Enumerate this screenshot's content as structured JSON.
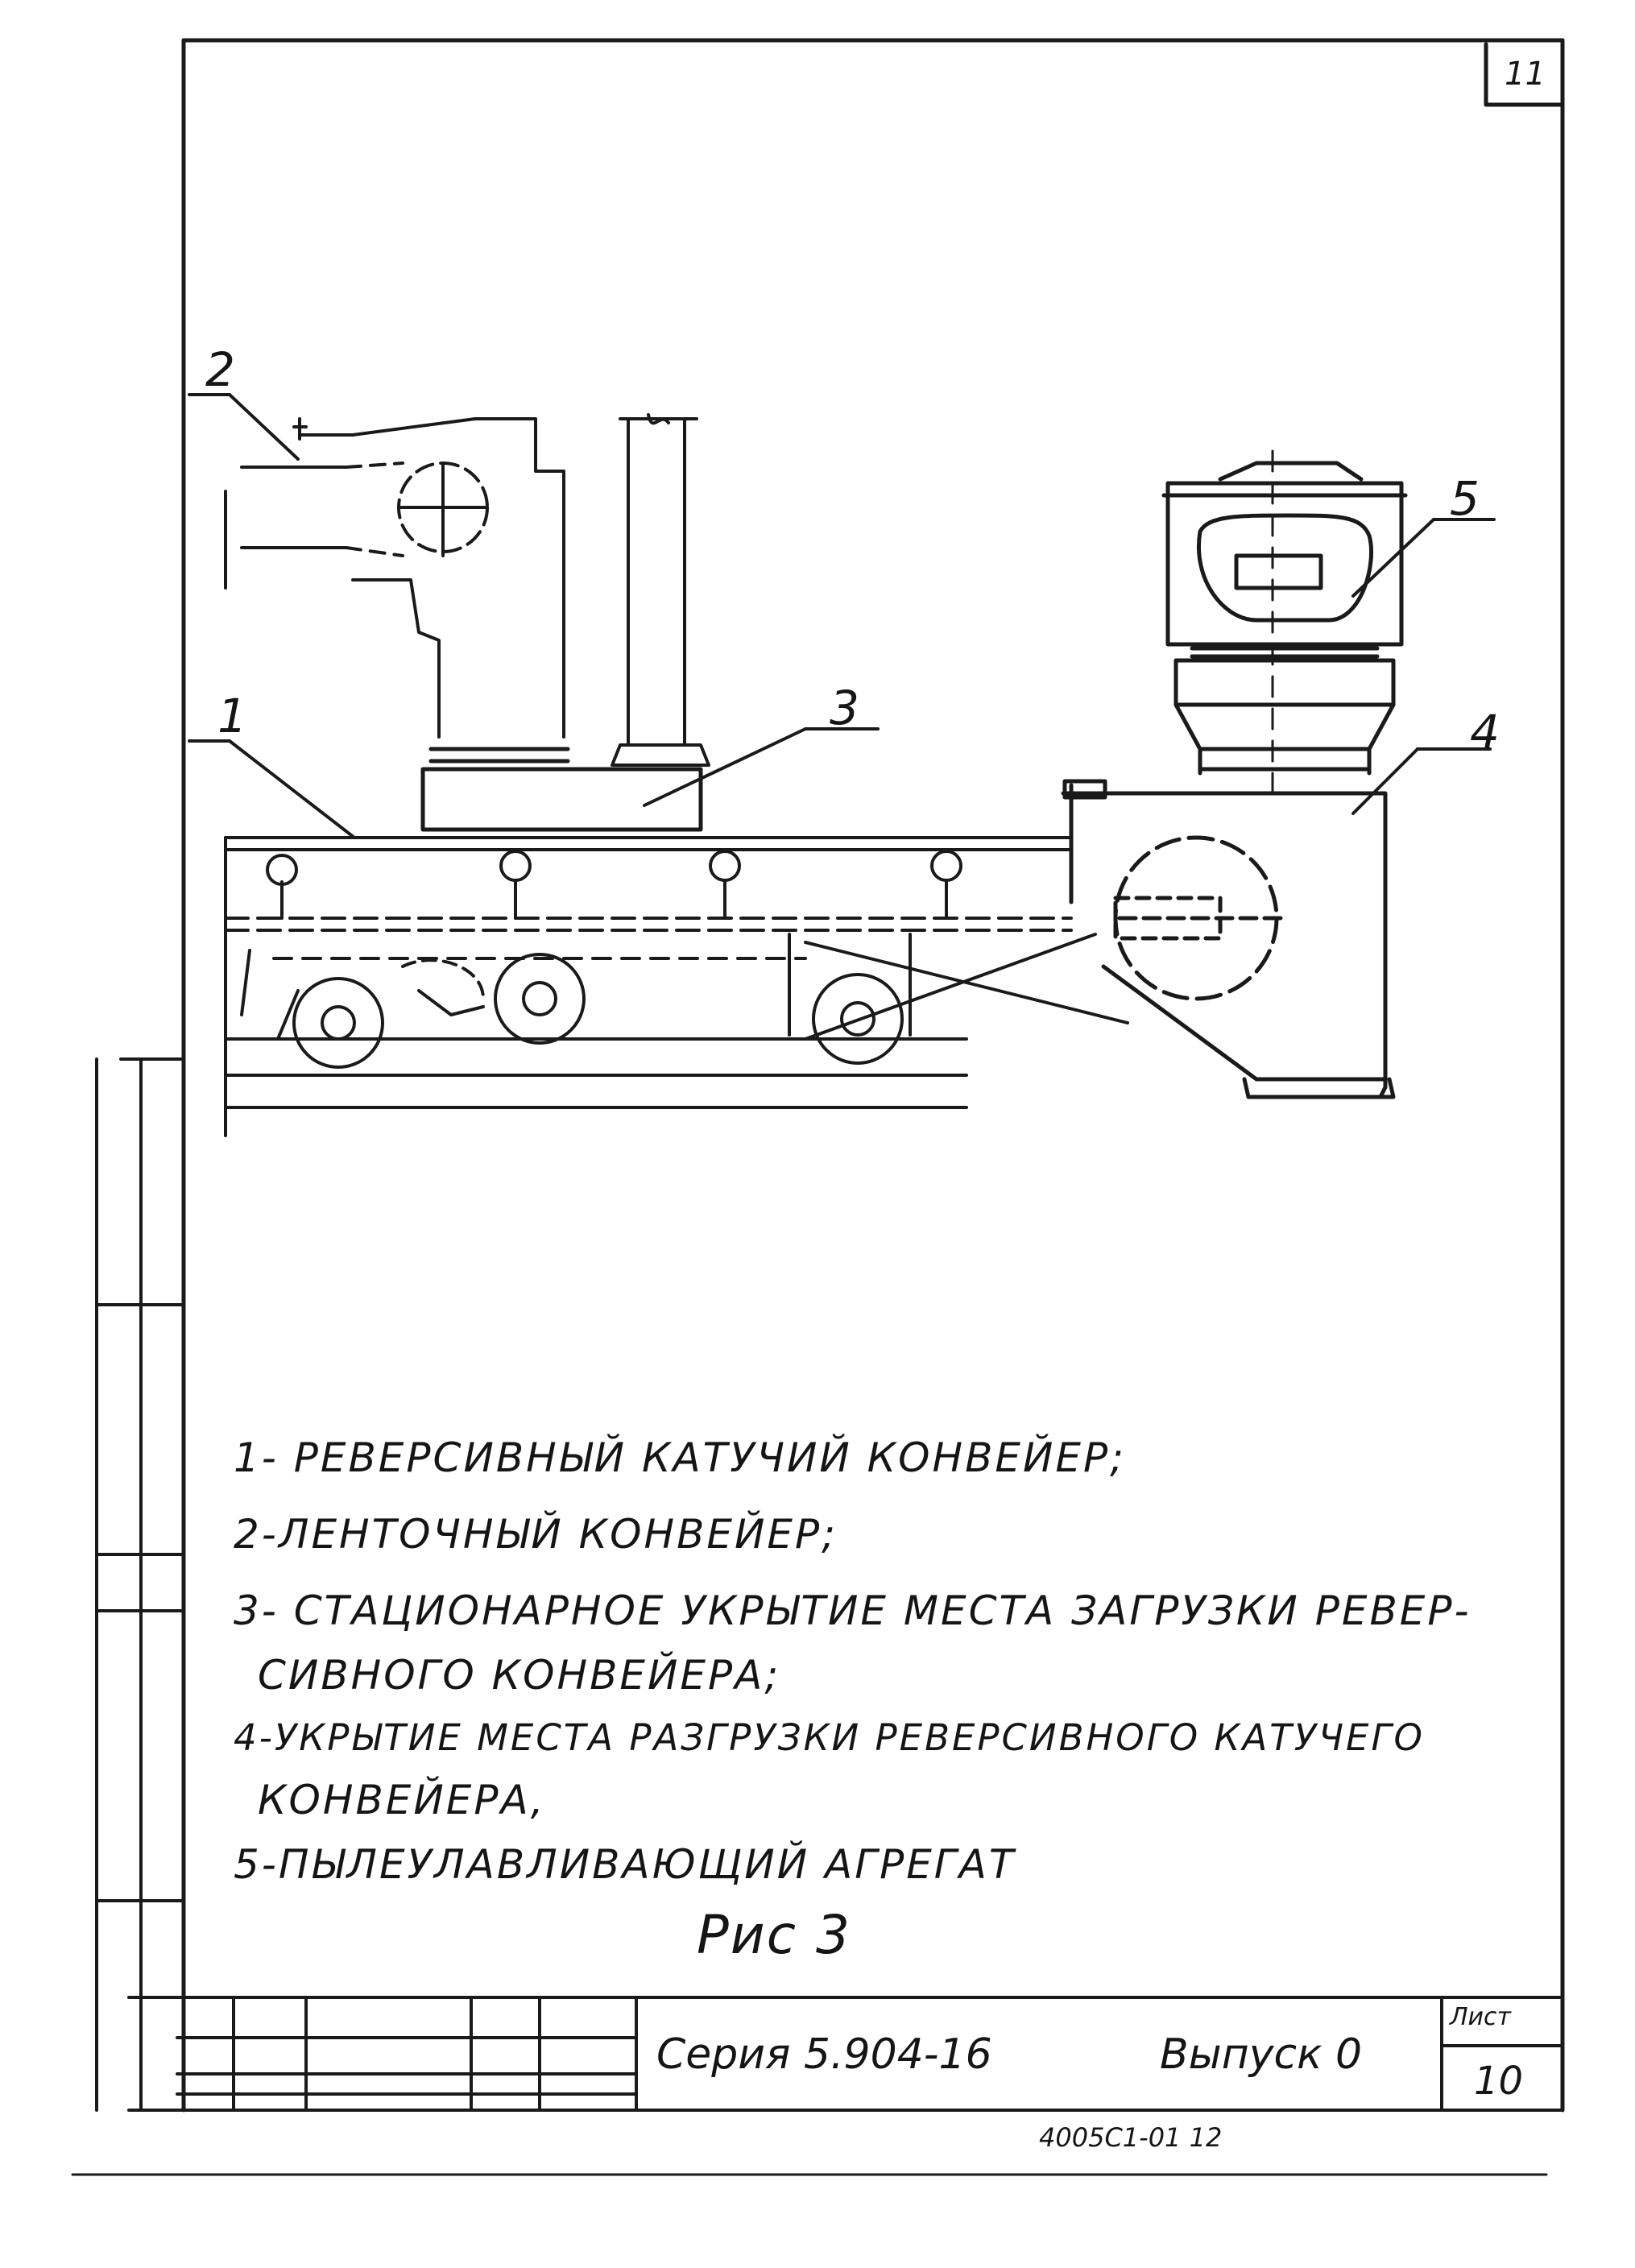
{
  "sheet_number_top": "11",
  "callouts": {
    "c1": "1",
    "c2": "2",
    "c3": "3",
    "c4": "4",
    "c5": "5"
  },
  "legend": [
    "1- РЕВЕРСИВНЫЙ КАТУЧИЙ КОНВЕЙЕР;",
    "2-ЛЕНТОЧНЫЙ КОНВЕЙЕР;",
    "3- СТАЦИОНАРНОЕ УКРЫТИЕ МЕСТА ЗАГРУЗКИ РЕВЕР-",
    "СИВНОГО КОНВЕЙЕРА;",
    "4-УКРЫТИЕ МЕСТА РАЗГРУЗКИ РЕВЕРСИВНОГО КАТУЧЕГО",
    "КОНВЕЙЕРА,",
    "5-ПЫЛЕУЛАВЛИВАЮЩИЙ АГРЕГАТ"
  ],
  "figure_caption": "Рис 3",
  "title_block": {
    "series": "Серия 5.904-16",
    "issue": "Выпуск 0",
    "sheet_label": "Лист",
    "sheet_value": "10",
    "bottom_code": "4005С1-01 12"
  }
}
